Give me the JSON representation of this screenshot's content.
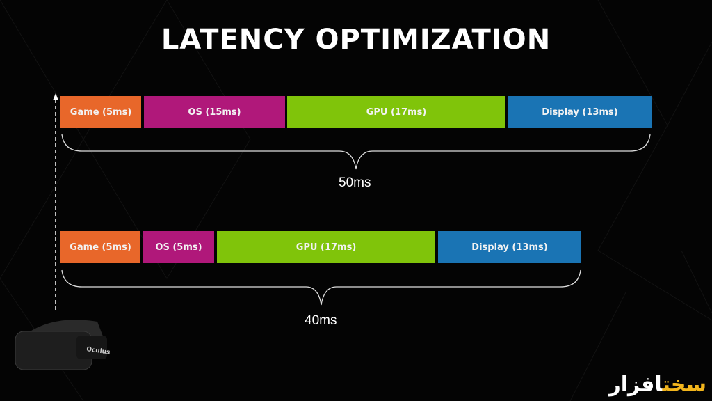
{
  "title": "LATENCY OPTIMIZATION",
  "colors": {
    "game": "#e8672a",
    "os": "#b0187a",
    "gpu": "#80c40a",
    "display": "#1a74b4"
  },
  "rows": [
    {
      "segments": [
        {
          "label": "Game (5ms)",
          "key": "game"
        },
        {
          "label": "OS (15ms)",
          "key": "os"
        },
        {
          "label": "GPU (17ms)",
          "key": "gpu"
        },
        {
          "label": "Display (13ms)",
          "key": "display"
        }
      ],
      "total": "50ms"
    },
    {
      "segments": [
        {
          "label": "Game (5ms)",
          "key": "game"
        },
        {
          "label": "OS (5ms)",
          "key": "os"
        },
        {
          "label": "GPU (17ms)",
          "key": "gpu"
        },
        {
          "label": "Display (13ms)",
          "key": "display"
        }
      ],
      "total": "40ms"
    }
  ],
  "headset_brand": "Oculus",
  "watermark": {
    "part1": "سخت",
    "part2": "افزار"
  }
}
